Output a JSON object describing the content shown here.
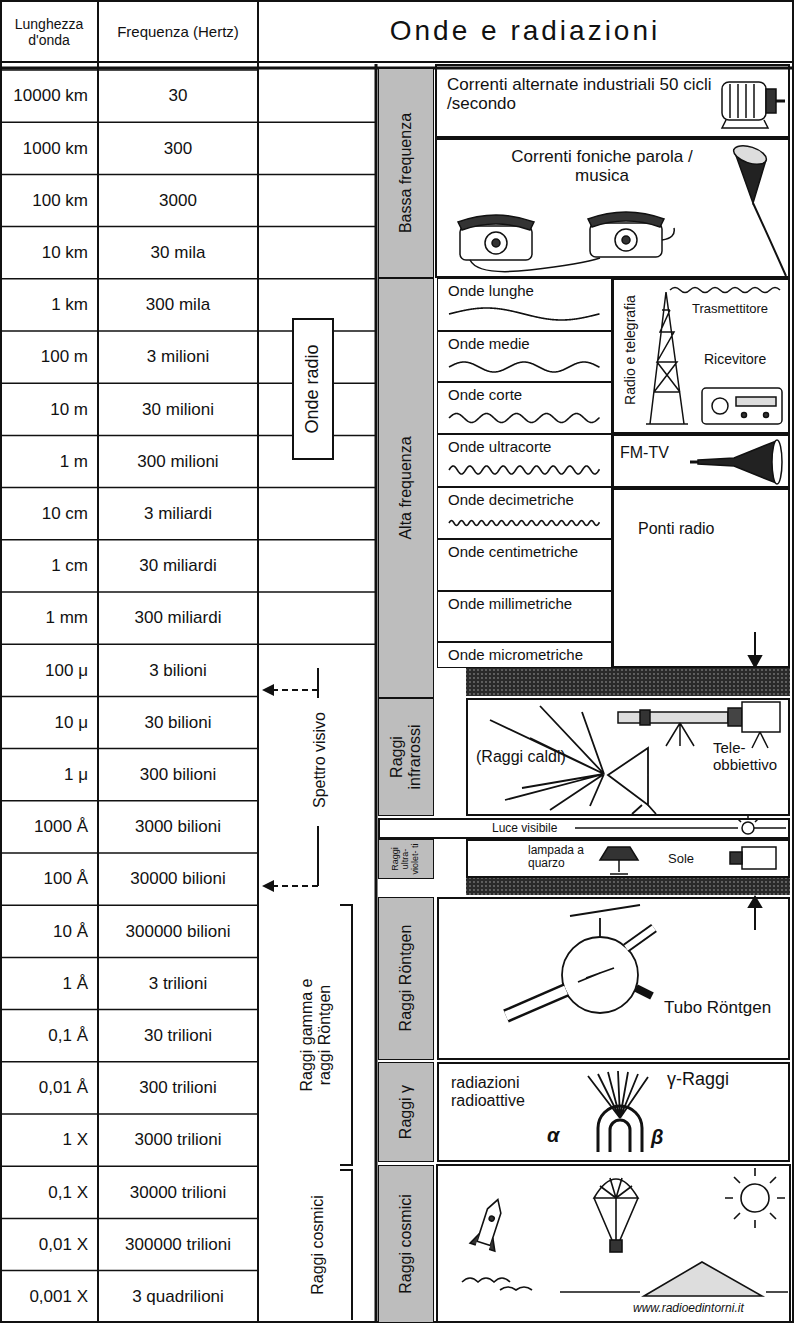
{
  "diagram": {
    "title": "Onde e radiazioni",
    "nodes": [
      {
        "text": [
          "Bassa frequenza"
        ]
      },
      {
        "text": [
          "Correnti alternate industriali 50 cicli /secondo"
        ]
      },
      {
        "text": [
          "Correnti foniche parola / musica"
        ]
      },
      {
        "text": [
          "Alta frequenza"
        ]
      },
      {
        "text": [
          "Onde lunghe"
        ]
      },
      {
        "text": [
          "Onde medie"
        ]
      },
      {
        "text": [
          "Onde corte"
        ]
      },
      {
        "text": [
          "Onde ultracorte"
        ]
      },
      {
        "text": [
          "Onde decimetriche"
        ]
      },
      {
        "text": [
          "Onde centimetriche"
        ]
      },
      {
        "text": [
          "Onde millimetriche"
        ]
      },
      {
        "text": [
          "Onde micrometriche"
        ]
      },
      {
        "text": [
          "Radio e telegrafia",
          "Trasmettitore",
          "Ricevitore"
        ]
      },
      {
        "text": [
          "FM-TV"
        ]
      },
      {
        "text": [
          "Ponti radio"
        ]
      },
      {
        "text": [
          "Raggi infrarossi"
        ]
      },
      {
        "text": [
          "(Raggi caldi)",
          "Tele- obbiettivo"
        ]
      },
      {
        "text": [
          "Luce visibile"
        ]
      },
      {
        "text": [
          "Raggi ultra- violet- ti"
        ]
      },
      {
        "text": [
          "lampada a quarzo",
          "Sole"
        ]
      },
      {
        "text": [
          "Raggi Röntgen"
        ]
      },
      {
        "text": [
          "Tubo Röntgen"
        ]
      },
      {
        "text": [
          "Raggi γ"
        ]
      },
      {
        "text": [
          "radiazioni radioattive",
          "γ-Raggi",
          "α",
          "β"
        ]
      },
      {
        "text": [
          "Raggi cosmici"
        ]
      },
      {
        "text": [
          "Onde radio"
        ]
      }
    ],
    "labels": [
      "Lunghezza d'onda",
      "Frequenza (Hertz)",
      "10000 km",
      "30",
      "1000 km",
      "300",
      "100 km",
      "3000",
      "10 km",
      "30 mila",
      "1 km",
      "300 mila",
      "100 m",
      "3 milioni",
      "10 m",
      "30 milioni",
      "1 m",
      "300 milioni",
      "10 cm",
      "3 miliardi",
      "1 cm",
      "30 miliardi",
      "1 mm",
      "300 miliardi",
      "100 μ",
      "3 bilioni",
      "10 μ",
      "30 bilioni",
      "1 μ",
      "300 bilioni",
      "1000 Å",
      "3000 bilioni",
      "100 Å",
      "30000 bilioni",
      "10 Å",
      "300000 bilioni",
      "1 Å",
      "3 trilioni",
      "0,1 Å",
      "30 trilioni",
      "0,01 Å",
      "300 trilioni",
      "1 X",
      "3000 trilioni",
      "0,1 X",
      "30000 trilioni",
      "0,01 X",
      "300000 trilioni",
      "0,001 X",
      "3 quadrilioni",
      "Spettro visivo",
      "Raggi gamma e raggi Röntgen",
      "Raggi cosmici",
      "www.radioedintorni.it"
    ]
  }
}
